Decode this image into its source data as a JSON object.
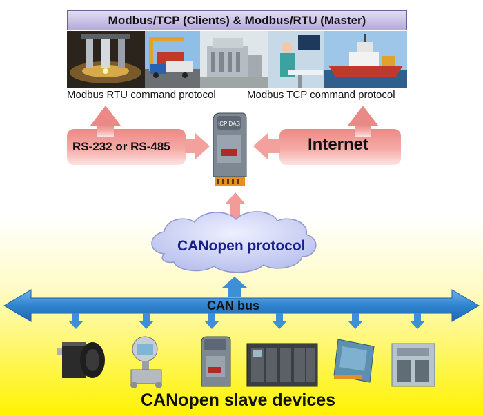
{
  "banner": {
    "title": "Modbus/TCP (Clients) & Modbus/RTU (Master)",
    "photos": [
      "microscope-optics-photo",
      "harbor-container-truck-photo",
      "industrial-building-photo",
      "hospital-medical-photo",
      "rescue-ship-photo"
    ]
  },
  "labels": {
    "rtu_protocol": "Modbus RTU command protocol",
    "tcp_protocol": "Modbus TCP command protocol",
    "serial": "RS-232 or RS-485",
    "internet": "Internet",
    "canopen_protocol": "CANopen  protocol",
    "can_bus": "CAN bus",
    "slave_devices": "CANopen slave devices",
    "gateway_brand": "ICP DAS"
  },
  "colors": {
    "salmon": "#f4a7a3",
    "salmon_dark": "#ea8a86",
    "bus_blue": "#3d8fd6",
    "cloud": "#c8cff2",
    "cloud_text": "#1b1f8a",
    "background_bottom": "#fff200"
  },
  "devices": [
    "stepper-motor-device",
    "pressure-transmitter-device",
    "gateway-module-device",
    "plc-io-rack-device",
    "io-module-device",
    "controller-unit-device"
  ]
}
